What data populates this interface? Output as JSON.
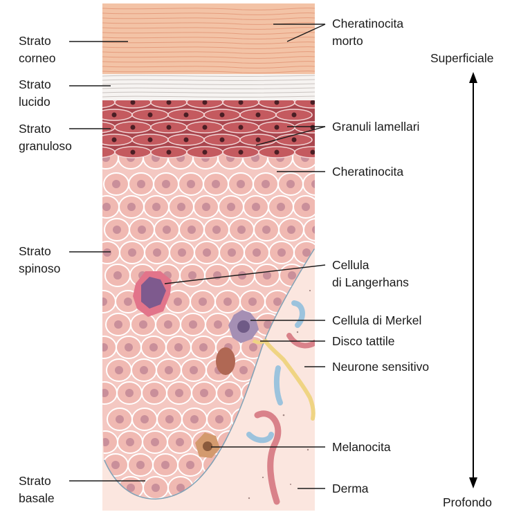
{
  "left_labels": {
    "corneo": [
      "Strato",
      "corneo"
    ],
    "lucido": [
      "Strato",
      "lucido"
    ],
    "granuloso": [
      "Strato",
      "granuloso"
    ],
    "spinoso": [
      "Strato",
      "spinoso"
    ],
    "basale": [
      "Strato",
      "basale"
    ]
  },
  "right_labels": {
    "cheratinocita_morto": [
      "Cheratinocita",
      "morto"
    ],
    "granuli_lamellari": "Granuli lamellari",
    "cheratinocita": "Cheratinocita",
    "langerhans": [
      "Cellula",
      "di Langerhans"
    ],
    "merkel": "Cellula di Merkel",
    "disco": "Disco tattile",
    "neurone": "Neurone sensitivo",
    "melanocita": "Melanocita",
    "derma": "Derma"
  },
  "axis": {
    "top": "Superficiale",
    "bottom": "Profondo"
  },
  "colors": {
    "corneo": "#f3c3a6",
    "lucido": "#f6f3f1",
    "granuloso": "#a9464e",
    "spinoso": "#f4c8c2",
    "derma": "#fbe6df",
    "langerhans": "#7e5a8e",
    "merkel": "#a58fb4",
    "nerve": "#efd483",
    "vessel_blue": "#9cc3dd",
    "vessel_red": "#d9828a"
  }
}
